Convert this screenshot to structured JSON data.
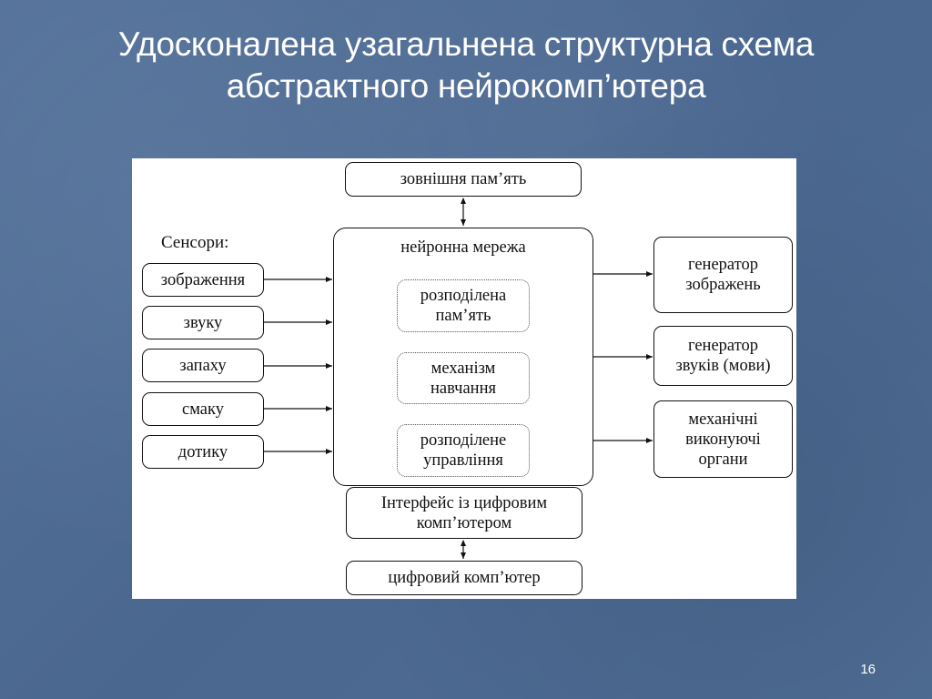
{
  "slide": {
    "title_line1": "Удосконалена узагальнена структурна схема",
    "title_line2": "абстрактного нейрокомп’ютера",
    "page_number": "16"
  },
  "diagram": {
    "external_memory": "зовнішня пам’ять",
    "neural_network": "нейронна мережа",
    "distributed_memory": "розподілена\nпам’ять",
    "learning_mechanism": "механізм\nнавчання",
    "distributed_control": "розподілене\nуправління",
    "sensors_label": "Сенсори:",
    "sensors": [
      "зображення",
      "звуку",
      "запаху",
      "смаку",
      "дотику"
    ],
    "outputs": [
      "генератор\nзображень",
      "генератор\nзвуків (мови)",
      "механічні\nвиконуючі\nоргани"
    ],
    "interface": "Інтерфейс із цифровим\nкомп’ютером",
    "digital_computer": "цифровий комп’ютер"
  },
  "colors": {
    "background": "#4c6a92",
    "panel": "#ffffff",
    "line": "#111111"
  }
}
